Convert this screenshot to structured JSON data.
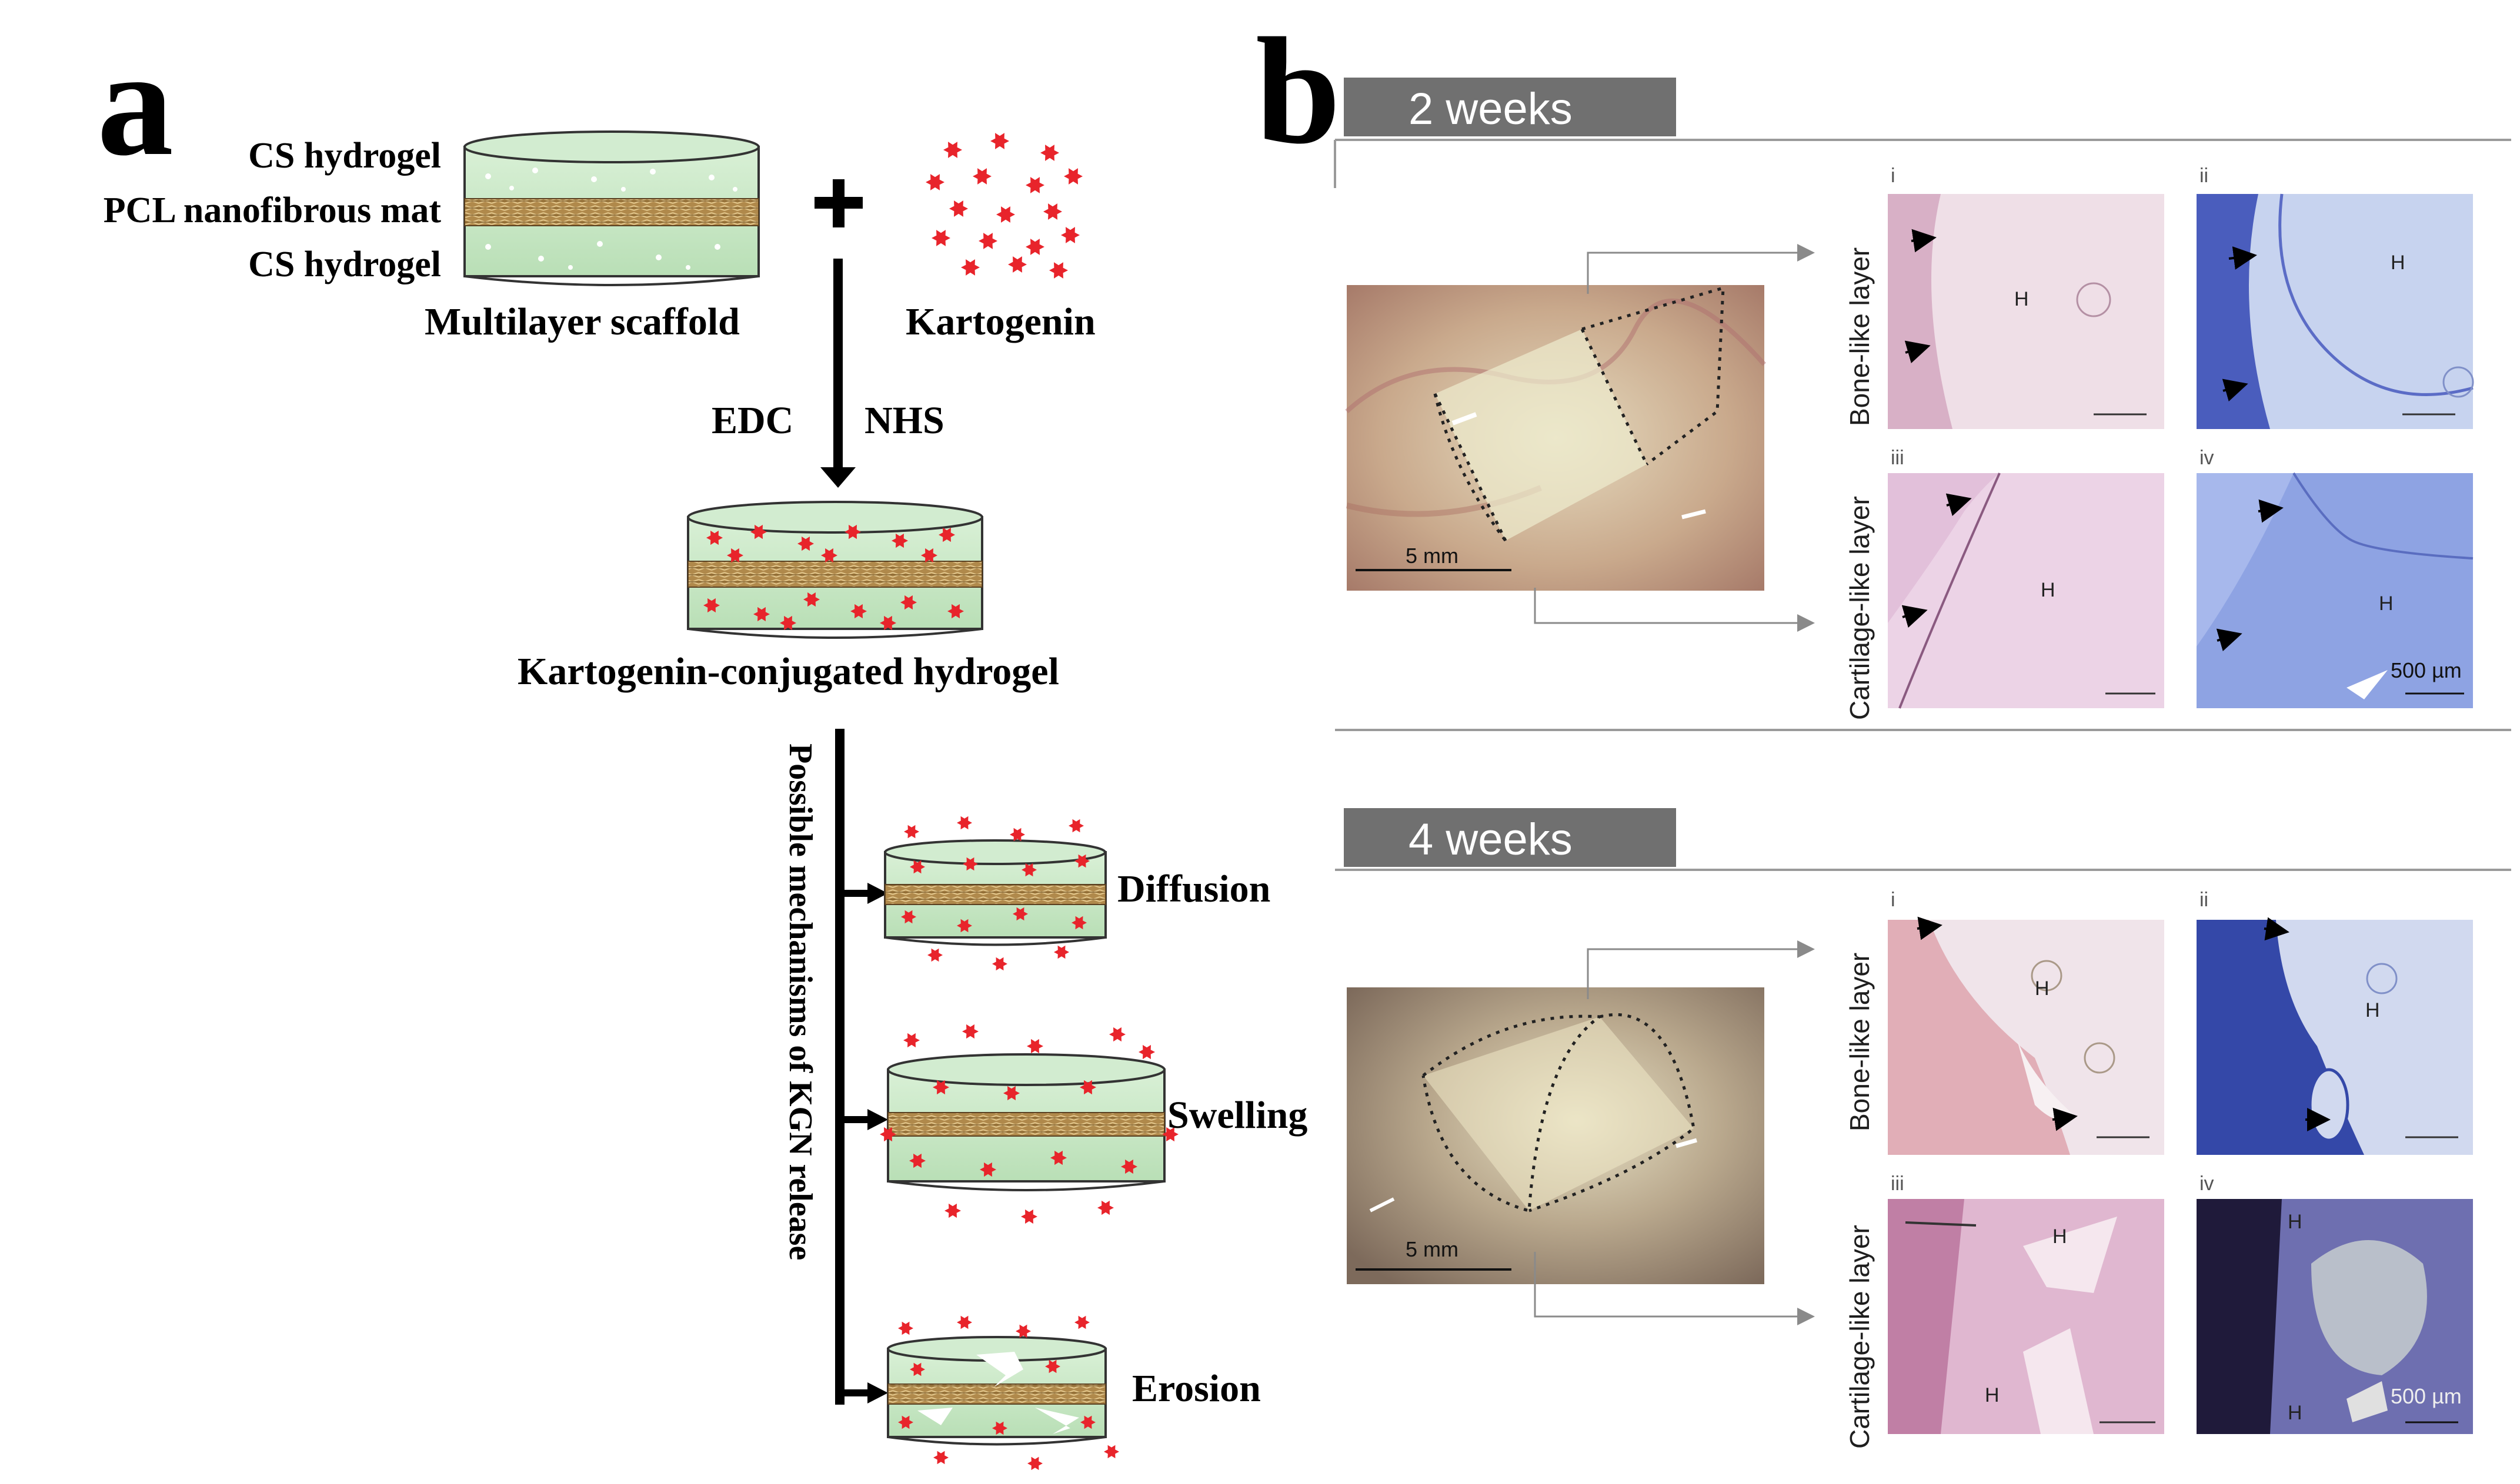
{
  "panel_a": {
    "letter": "a",
    "layers": [
      "CS hydrogel",
      "PCL nanofibrous mat",
      "CS hydrogel"
    ],
    "scaffold_label": "Multilayer scaffold",
    "plus": "+",
    "drug_label": "Kartogenin",
    "reagent_left": "EDC",
    "reagent_right": "NHS",
    "product_label": "Kartogenin-conjugated hydrogel",
    "mechanism_axis": "Possible mechanisms of KGN release",
    "mechanisms": [
      "Diffusion",
      "Swelling",
      "Erosion"
    ],
    "colors": {
      "hydrogel": "#c6e6c6",
      "hydrogel_stroke": "#3c3c3c",
      "mat": "#b8965a",
      "drug": "#e8242b"
    }
  },
  "panel_b": {
    "letter": "b",
    "timepoints": [
      {
        "label": "2 weeks",
        "photo_scale": "5 mm",
        "rows": [
          "Bone-like layer",
          "Cartilage-like layer"
        ],
        "romans": [
          "i",
          "ii",
          "iii",
          "iv"
        ],
        "hydrogel_mark": "H",
        "micro_scale": "500 µm"
      },
      {
        "label": "4 weeks",
        "photo_scale": "5 mm",
        "rows": [
          "Bone-like layer",
          "Cartilage-like layer"
        ],
        "romans": [
          "i",
          "ii",
          "iii",
          "iv"
        ],
        "hydrogel_mark": "H",
        "micro_scale": "500 µm"
      }
    ],
    "colors": {
      "he_stain": "#e8c9d8",
      "toluidine_stain": "#7d8fd0",
      "week_bar": "#707070"
    }
  }
}
